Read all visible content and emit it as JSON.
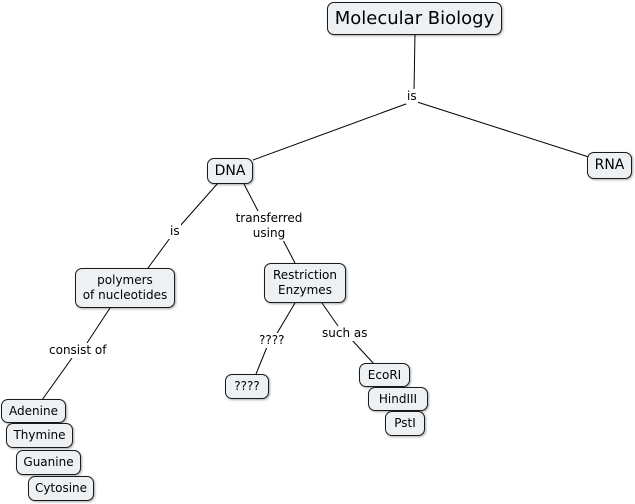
{
  "concepts": {
    "molecular_biology": "Molecular Biology",
    "dna": "DNA",
    "rna": "RNA",
    "polymers": "polymers\nof nucleotides",
    "restriction_enzymes": "Restriction\nEnzymes",
    "unknown": "????",
    "ecori": "EcoRI",
    "hindiii": "HindIII",
    "psti": "PstI",
    "adenine": "Adenine",
    "thymine": "Thymine",
    "guanine": "Guanine",
    "cytosine": "Cytosine"
  },
  "linking_phrases": {
    "is_top": "is",
    "is_dna": "is",
    "transferred_using": "transferred\nusing",
    "unknown": "????",
    "such_as": "such as",
    "consist_of": "consist of"
  }
}
